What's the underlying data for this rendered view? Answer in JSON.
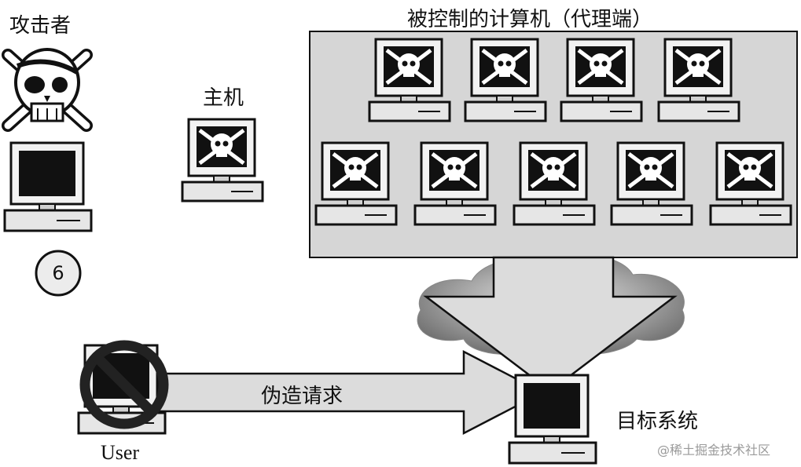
{
  "labels": {
    "attacker": "攻击者",
    "host": "主机",
    "controlled": "被控制的计算机（代理端）",
    "step_number": "6",
    "user": "User",
    "forged_request": "伪造请求",
    "target": "目标系统",
    "watermark": "@稀土掘金技术社区"
  },
  "icons": {
    "attacker_emblem": "skull-crossbones-eyepatch-icon",
    "zombie_screen": "skull-crossbones-icon",
    "blocked": "no-entry-icon"
  },
  "colors": {
    "panel_fill": "#d6d6d6",
    "arrow_fill": "#dcdcdc",
    "stroke": "#111111",
    "cloud_mid": "#9a9a9a"
  }
}
